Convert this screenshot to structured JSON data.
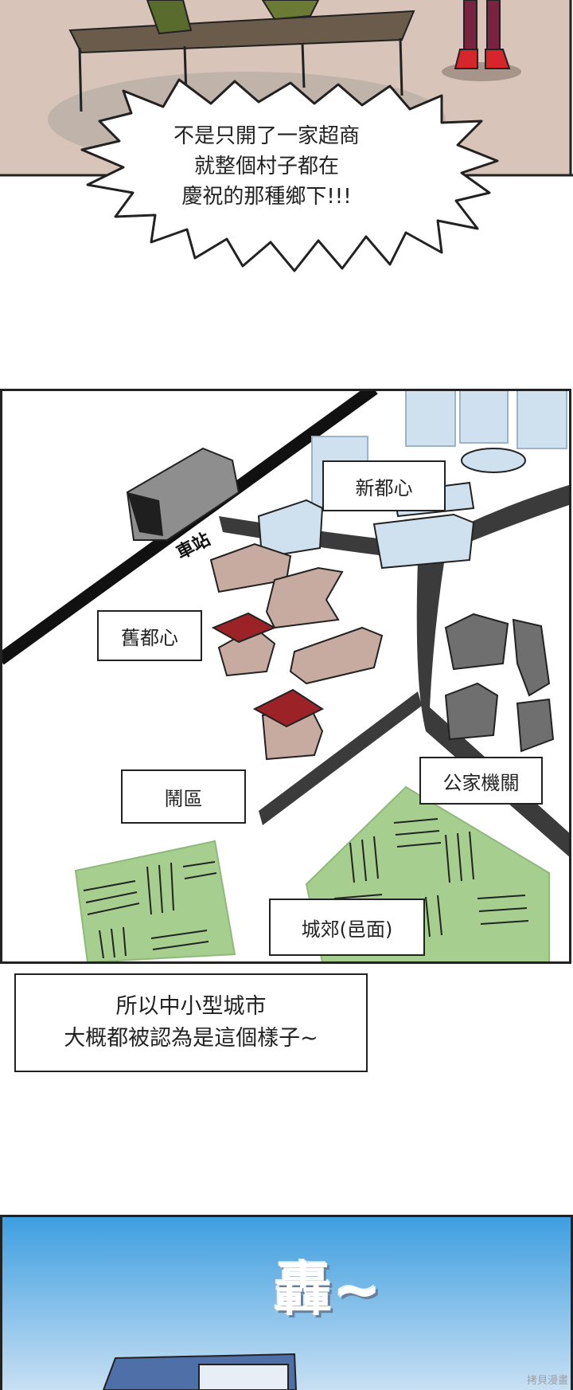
{
  "panel1": {
    "speech_lines": [
      "不是只開了一家超商",
      "就整個村子都在",
      "慶祝的那種鄉下!!!"
    ]
  },
  "panel2": {
    "station_sign": "車站",
    "labels": {
      "new_center": "新都心",
      "old_center": "舊都心",
      "government": "公家機關",
      "downtown": "鬧區",
      "suburbs": "城郊(邑面)"
    }
  },
  "narration": {
    "lines": [
      "所以中小型城市",
      "大概都被認為是這個樣子~"
    ]
  },
  "panel3": {
    "sound_effect": "轟~"
  },
  "watermark": "拷貝漫畫",
  "colors": {
    "sky_top": "#3d9ee0",
    "sky_bottom": "#cfe3f4",
    "room_wall": "#d8c4b8",
    "field_green": "#a6cf8f",
    "roof_red": "#9b2327",
    "building_blue": "#cfe0ee"
  }
}
